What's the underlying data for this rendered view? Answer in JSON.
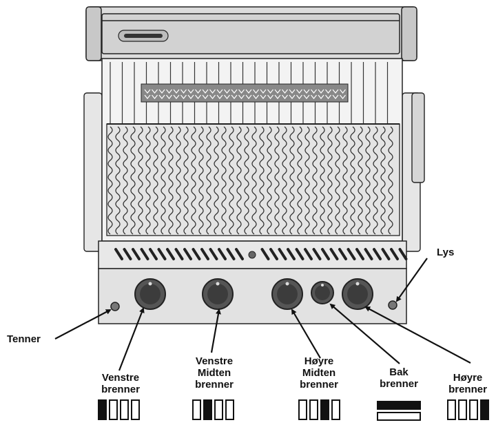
{
  "labels": {
    "lys": "Lys",
    "tenner": "Tenner",
    "venstre": [
      "Venstre",
      "brenner"
    ],
    "venstre_midten": [
      "Venstre",
      "Midten",
      "brenner"
    ],
    "hoyre_midten": [
      "Høyre",
      "Midten",
      "brenner"
    ],
    "bak": [
      "Bak",
      "brenner"
    ],
    "hoyre": [
      "Høyre",
      "brenner"
    ]
  },
  "indicators": {
    "venstre": [
      true,
      false,
      false,
      false
    ],
    "venstre_midten": [
      false,
      true,
      false,
      false
    ],
    "hoyre_midten": [
      false,
      false,
      true,
      false
    ],
    "bak": [
      true,
      false
    ],
    "hoyre": [
      false,
      false,
      false,
      true
    ]
  },
  "colors": {
    "line": "#222222",
    "panel": "#e2e2e2",
    "knob": "#444444",
    "label": "#111111"
  }
}
